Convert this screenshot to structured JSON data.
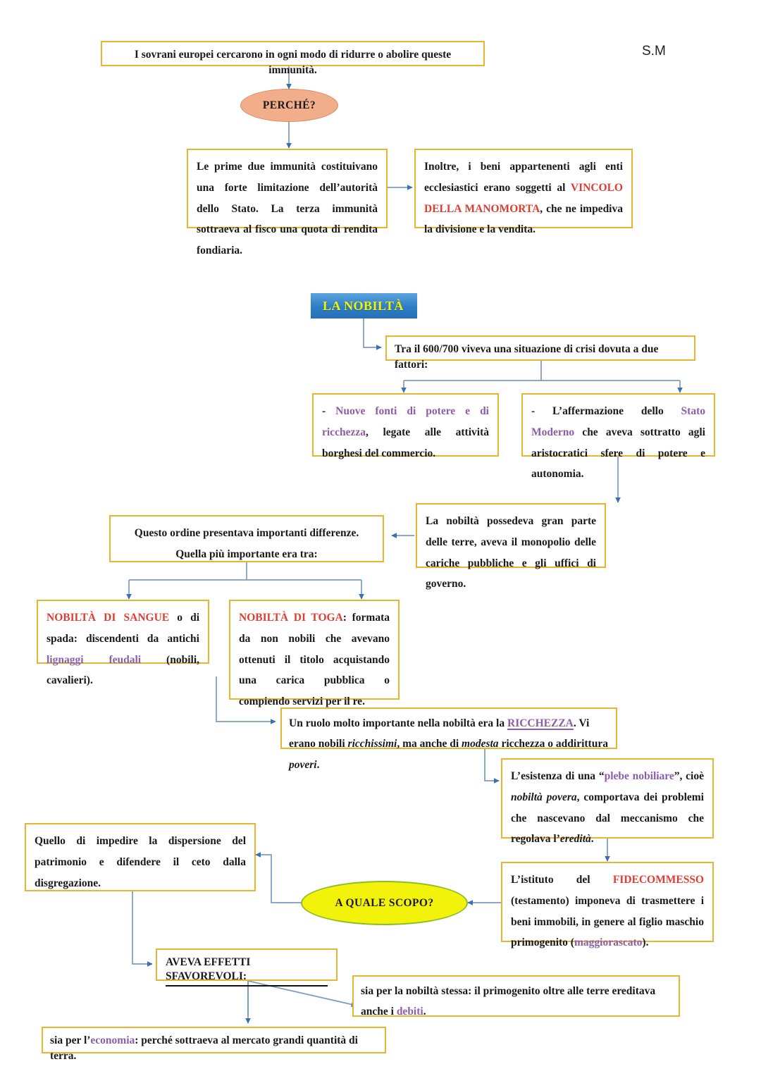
{
  "page": {
    "author_mark": "S.M"
  },
  "nodes": {
    "intro": {
      "text": "I sovrani europei cercarono in ogni modo di ridurre o abolire queste immunità."
    },
    "perche": {
      "label": "PERCHÉ?"
    },
    "immunita_box": {
      "text": "Le prime due immunità costituivano una forte limitazione dell’autorità dello Stato. La terza immunità sottraeva al fisco una quota di rendita fondiaria."
    },
    "manomorta_box": {
      "part1": "Inoltre, i beni appartenenti agli enti ecclesiastici erano soggetti al ",
      "highlight": "VINCOLO DELLA MANOMORTA",
      "part2": ", che ne impediva la divisione e la vendita."
    },
    "nobilta_header": {
      "title": "LA NOBILTÀ"
    },
    "crisi": {
      "text": "Tra il 600/700 viveva una situazione di crisi dovuta a due fattori:"
    },
    "fattore1": {
      "dash": "- ",
      "highlight": "Nuove fonti di potere e di ricchezza",
      "rest": ", legate alle attività borghesi del commercio."
    },
    "fattore2": {
      "part1": "- L’affermazione dello ",
      "highlight": "Stato Moderno",
      "part2": " che aveva sottratto agli aristocratici sfere di potere e autonomia."
    },
    "possedeva": {
      "text": "La nobiltà possedeva gran parte delle terre, aveva il monopolio delle cariche pubbliche e gli uffici di governo."
    },
    "differenze": {
      "text": "Questo ordine presentava importanti differenze. Quella più importante era tra:"
    },
    "sangue": {
      "highlight": "NOBILTÀ DI SANGUE",
      "part1": " o di spada: discendenti da antichi ",
      "highlight2": "lignaggi feudali",
      "part2": " (nobili, cavalieri)."
    },
    "toga": {
      "highlight": "NOBILTÀ DI TOGA",
      "rest": ": formata da non nobili che avevano ottenuti il titolo acquistando una carica pubblica o compiendo servizi per il re."
    },
    "ricchezza": {
      "part1": "Un ruolo molto importante nella nobiltà era la ",
      "highlight": "RICCHEZZA",
      "part2": ". Vi erano nobili ",
      "ital1": "ricchissimi",
      "part3": ", ma anche di ",
      "ital2": "modesta",
      "part4": " ricchezza o addirittura ",
      "ital3": "poveri",
      "part5": "."
    },
    "plebe": {
      "part1": "L’esistenza di una “",
      "highlight": "plebe nobiliare",
      "part2": "”, cioè ",
      "ital1": "nobiltà povera",
      "part3": ", comportava dei problemi che nascevano dal meccanismo che regolava l’",
      "ital2": "eredità",
      "part4": "."
    },
    "fidecommesso": {
      "part1": "L’istituto del ",
      "highlight": "FIDECOMMESSO",
      "part2": " (testamento) imponeva di trasmettere i beni immobili, in genere al figlio maschio primogenito (",
      "highlight2": "maggiorascato",
      "part3": ")."
    },
    "scopo": {
      "label": "A QUALE SCOPO?"
    },
    "impedire": {
      "text": "Quello di impedire la dispersione del patrimonio e difendere il ceto dalla disgregazione."
    },
    "effetti": {
      "title": "AVEVA EFFETTI SFAVOREVOLI:"
    },
    "effetto_nobilta": {
      "part1": "sia per la nobiltà stessa: il primogenito oltre alle terre ereditava anche i ",
      "highlight": "debiti",
      "part2": "."
    },
    "effetto_economia": {
      "part1": "sia per l’",
      "highlight": "economia",
      "part2": ": perché sottraeva al mercato grandi quantità di terra."
    }
  },
  "colors": {
    "box_border": "#E8B530",
    "accent_red": "#E03C31",
    "accent_purple": "#8B5FA8",
    "connector": "#6B8CB5",
    "header_blue": "#2E7EC4",
    "header_text_yellow": "#F2F20A",
    "ellipse_peach": "#F2AD8B",
    "ellipse_yellow": "#F2F20A",
    "ellipse_yellow_border": "#8CBF26"
  }
}
